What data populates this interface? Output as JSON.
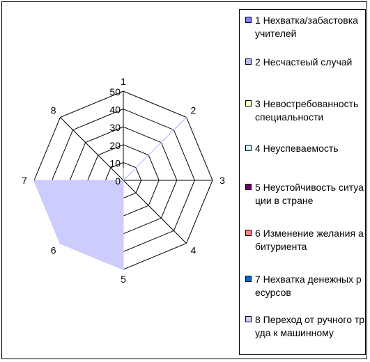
{
  "chart_data": {
    "type": "radar",
    "axes": [
      "1",
      "2",
      "3",
      "4",
      "5",
      "6",
      "7",
      "8"
    ],
    "rlim": [
      0,
      50
    ],
    "rticks": [
      "0",
      "10",
      "20",
      "30",
      "40",
      "50"
    ],
    "series": [
      {
        "name": "1 Нехватка/забастовка учителей",
        "values": [
          7,
          0,
          0,
          0,
          0,
          0,
          0,
          0
        ]
      },
      {
        "name": "2 Несчастеый случай",
        "values": [
          0,
          50,
          0,
          0,
          0,
          0,
          0,
          0
        ]
      },
      {
        "name": "3 Невостребованность специальности",
        "values": [
          0,
          0,
          0,
          0,
          0,
          0,
          0,
          0
        ]
      },
      {
        "name": "4 Неуспеваемость",
        "values": [
          0,
          0,
          0,
          0,
          0,
          0,
          0,
          0
        ]
      },
      {
        "name": "5 Неустойчивость ситуации в стране",
        "values": [
          0,
          0,
          0,
          0,
          0,
          0,
          0,
          0
        ]
      },
      {
        "name": "6 Изменение желания абитуриента",
        "values": [
          0,
          0,
          0,
          0,
          0,
          0,
          0,
          0
        ]
      },
      {
        "name": "7 Нехватка денежных ресурсов",
        "values": [
          0,
          0,
          0,
          0,
          0,
          0,
          0,
          0
        ]
      },
      {
        "name": "8 Переход от ручного труда к машинному",
        "values": [
          0,
          50,
          0,
          0,
          50,
          50,
          50,
          0
        ]
      }
    ],
    "colors": [
      "#8080ff",
      "#b8b8f4",
      "#ffffc0",
      "#ccffff",
      "#660066",
      "#ff8080",
      "#0066cc",
      "#ccccff"
    ],
    "grid": true,
    "legend": "right"
  }
}
